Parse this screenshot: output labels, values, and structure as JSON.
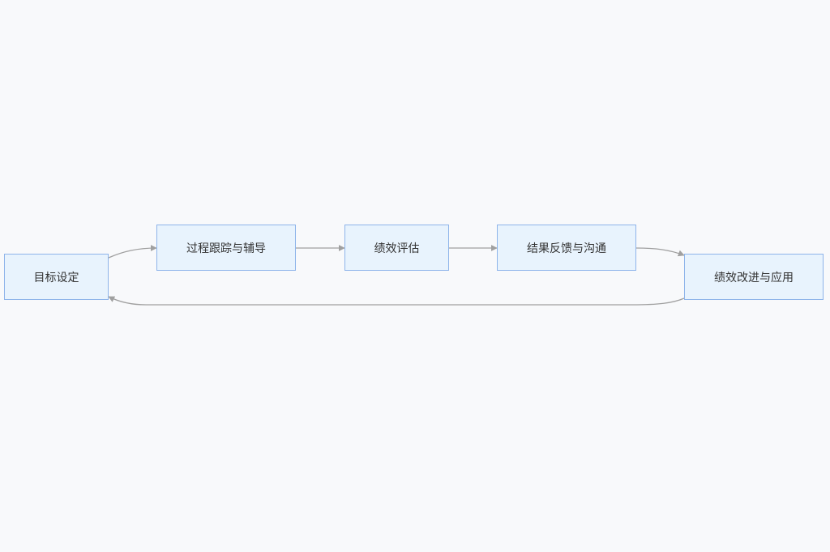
{
  "diagram": {
    "type": "flowchart",
    "nodes": [
      {
        "id": "goal",
        "label": "目标设定"
      },
      {
        "id": "track",
        "label": "过程跟踪与辅导"
      },
      {
        "id": "eval",
        "label": "绩效评估"
      },
      {
        "id": "feedback",
        "label": "结果反馈与沟通"
      },
      {
        "id": "improve",
        "label": "绩效改进与应用"
      }
    ],
    "edges": [
      {
        "from": "goal",
        "to": "track"
      },
      {
        "from": "track",
        "to": "eval"
      },
      {
        "from": "eval",
        "to": "feedback"
      },
      {
        "from": "feedback",
        "to": "improve"
      },
      {
        "from": "improve",
        "to": "goal"
      }
    ],
    "colors": {
      "node_fill": "#e8f3fd",
      "node_border": "#8eb4ea",
      "edge": "#a0a0a0",
      "background": "#f8f9fb"
    }
  }
}
